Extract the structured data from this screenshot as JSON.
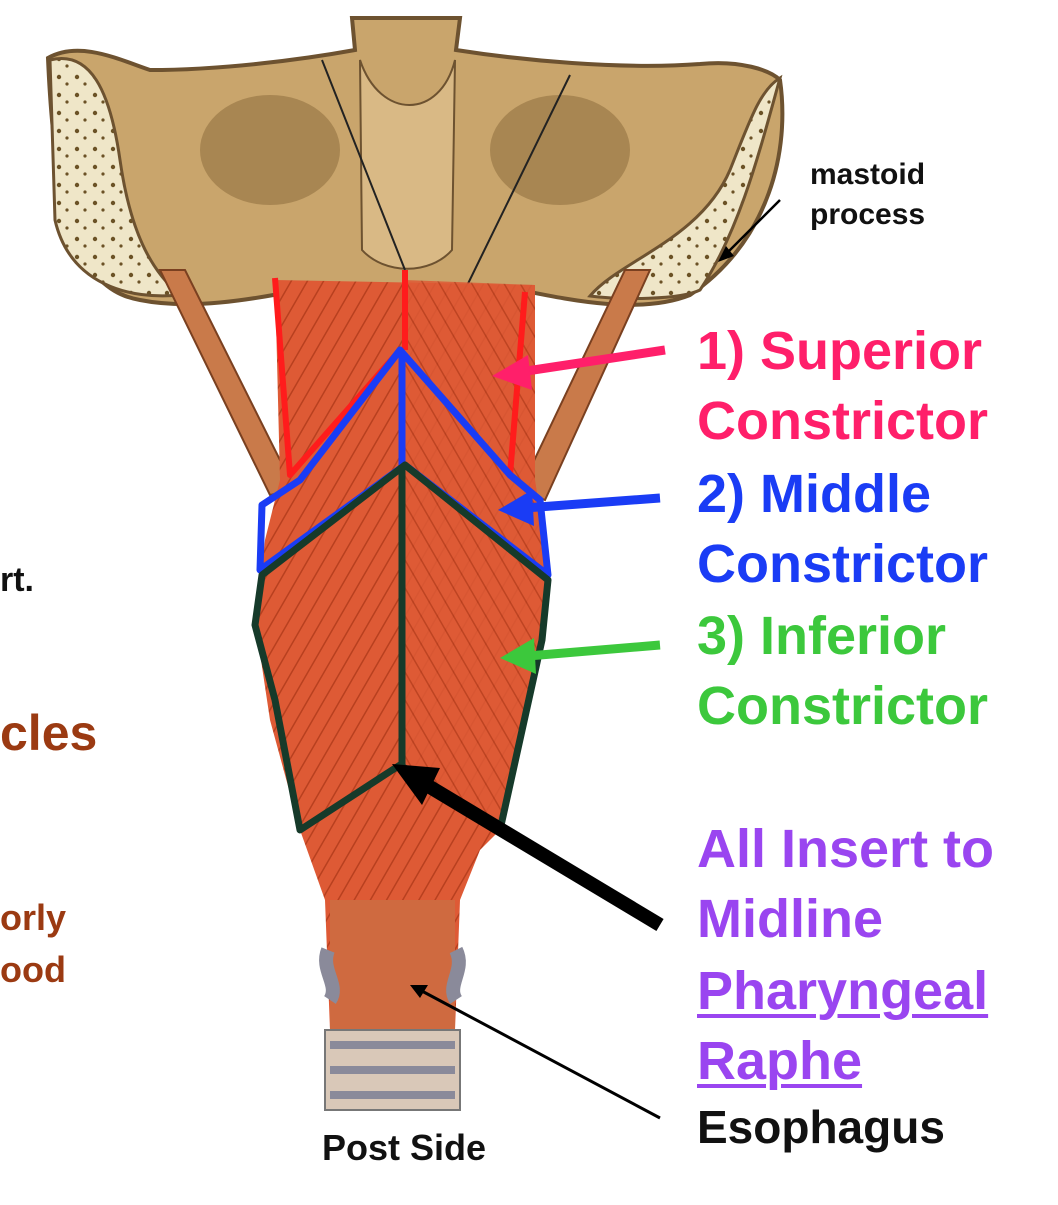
{
  "colors": {
    "superior": "#ff1f6a",
    "middle": "#1a3cf5",
    "inferior": "#3cc83c",
    "raphe": "#9a45f0",
    "text": "#111111",
    "side_text": "#9b3a12"
  },
  "labels": {
    "mastoid_line1": "mastoid",
    "mastoid_line2": "process",
    "superior_line1": "1) Superior",
    "superior_line2": "Constrictor",
    "middle_line1": "2) Middle",
    "middle_line2": "Constrictor",
    "inferior_line1": "3) Inferior",
    "inferior_line2": "Constrictor",
    "raphe_line1": "All Insert to",
    "raphe_line2": "Midline",
    "raphe_line3": "Pharyngeal",
    "raphe_line4": "Raphe",
    "esophagus": "Esophagus",
    "post_side": "Post Side"
  },
  "cropped_side_text": {
    "t1": "rt.",
    "t2": "cles",
    "t3": "orly",
    "t4": "ood"
  }
}
